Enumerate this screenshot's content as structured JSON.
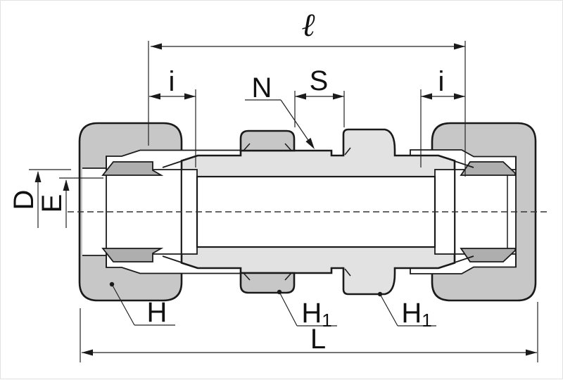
{
  "drawing": {
    "type": "technical-dimension-drawing",
    "subject": "bulkhead union tube fitting cross-section",
    "colors": {
      "background": "#ffffff",
      "line": "#1a1a1a",
      "dim_line": "#222222",
      "nut": "#c7c7c7",
      "body": "#e2e2e2",
      "ferrule": "#aeaeae",
      "white": "#ffffff"
    },
    "labels": {
      "overall_top": "ℓ",
      "insertion_left": "i",
      "insertion_right": "i",
      "thread": "N",
      "panel_span": "S",
      "tube_od": "D",
      "bore": "E",
      "nut_hex": "H",
      "hex1_main": "H",
      "hex1_sub": "1",
      "hex2_main": "H",
      "hex2_sub": "1",
      "overall_length": "L"
    }
  }
}
